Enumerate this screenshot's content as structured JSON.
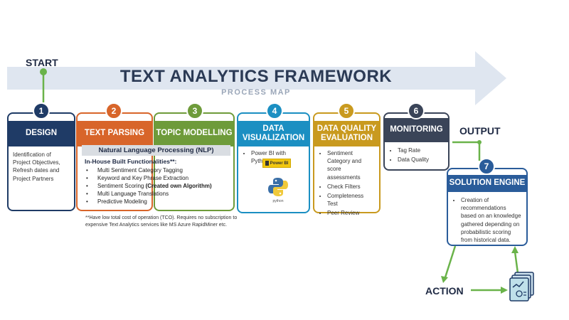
{
  "header": {
    "title": "TEXT ANALYTICS FRAMEWORK",
    "subtitle": "PROCESS MAP"
  },
  "labels": {
    "start": "START",
    "output": "OUTPUT",
    "action": "ACTION"
  },
  "colors": {
    "arrow": "#dfe6f0",
    "green": "#6ab34a",
    "navy": "#1f3b66",
    "orange": "#d8652a",
    "olive": "#6e9b3a",
    "teal": "#1b8fc2",
    "gold": "#c99a1f",
    "slate": "#3a4458",
    "blue": "#2a5c9a"
  },
  "steps": [
    {
      "number": "1",
      "title": "DESIGN",
      "body": "Identification of Project Objectives, Refresh dates and Project Partners"
    },
    {
      "number": "2",
      "title": "TEXT PARSING"
    },
    {
      "number": "3",
      "title": "TOPIC MODELLING"
    },
    {
      "number": "4",
      "title": "DATA VISUALIZATION",
      "items": [
        "Power BI with Python"
      ],
      "logos": {
        "powerbi": "Power BI",
        "python": "python"
      }
    },
    {
      "number": "5",
      "title": "DATA QUALITY EVALUATION",
      "items": [
        "Sentiment Category and score assessments",
        "Check Filters",
        "Completeness Test",
        "Peer Review"
      ]
    },
    {
      "number": "6",
      "title": "MONITORING",
      "items": [
        "Tag Rate",
        "Data Quality"
      ]
    },
    {
      "number": "7",
      "title": "SOLUTION ENGINE",
      "items": [
        "Creation of recommendations based on an knowledge gathered depending on probabilistic scoring from historical data."
      ]
    }
  ],
  "nlp": {
    "heading": "Natural Language Processing (NLP)",
    "intro": "In-House Built Functionalities**:",
    "items": [
      "Multi Sentiment Category Tagging",
      "Keyword and Key Phrase Extraction",
      "Sentiment Scoring ",
      "Multi Language Translations",
      "Predictive Modeling"
    ],
    "scoring_note": "(Created own Algorithm)",
    "footnote": "**Have low total cost of operation (TCO). Requires no subscription to expensive Text Analytics services like MS Azure RapidMiner etc."
  },
  "icons": [
    "report-documents-icon",
    "power-bi-logo",
    "python-logo"
  ]
}
